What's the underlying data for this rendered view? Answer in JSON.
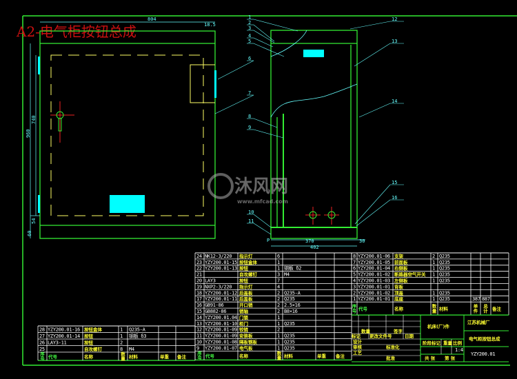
{
  "title": "A2-电气柜按钮总成",
  "watermark": {
    "brand": "沐风网",
    "url": "www.mfcad.com"
  },
  "colors": {
    "frame": "#33ee33",
    "dimension": "#66ffff",
    "title": "#cc1111",
    "text": "#ffff33",
    "fill": "#00ffff"
  },
  "front_view": {
    "dims": {
      "width": "804",
      "height": "960",
      "inner_height": "740",
      "offset": "18.5",
      "bottom1": "54",
      "bottom2": "60"
    }
  },
  "side_view": {
    "dims": {
      "inner": "370",
      "total": "402",
      "right": "30",
      "left": "P"
    }
  },
  "balloons": [
    "1",
    "2",
    "3",
    "4",
    "5",
    "6",
    "7",
    "8",
    "9",
    "10",
    "11",
    "12",
    "13",
    "14",
    "15",
    "16"
  ],
  "bom_middle": {
    "rows": [
      [
        "24",
        "NK12-3/220",
        "指示灯",
        "6",
        "",
        "",
        ""
      ],
      [
        "23",
        "YZY200.01-15",
        "按钮盒体",
        "1",
        "",
        "",
        ""
      ],
      [
        "22",
        "YZY200.01-13",
        "按钮",
        "1",
        "钢板 δ2",
        "",
        ""
      ],
      [
        "21",
        "",
        "自攻螺钉",
        "3",
        "M4",
        "",
        ""
      ],
      [
        "20",
        "LAY3",
        "按钮",
        "7",
        "",
        "",
        ""
      ],
      [
        "19",
        "NXP2-3/220",
        "指示灯",
        "4",
        "",
        "",
        ""
      ],
      [
        "18",
        "YZY200.01-12",
        "后盖板",
        "2",
        "Q235-A",
        "",
        ""
      ],
      [
        "17",
        "YZY200.01-11",
        "后盖板",
        "2",
        "Q235",
        "",
        ""
      ],
      [
        "16",
        "GB91-86",
        "开口销",
        "2",
        "2.5×16",
        "",
        ""
      ],
      [
        "15",
        "GB882-86",
        "销轴",
        "2",
        "B8×16",
        "",
        ""
      ],
      [
        "14",
        "YZY200.01.04",
        "门锁",
        "1",
        "",
        "",
        ""
      ],
      [
        "13",
        "YZY200.01-10",
        "柜门",
        "1",
        "Q235",
        "",
        ""
      ],
      [
        "12",
        "YZY200.01-09",
        "铰链",
        "2",
        "",
        "",
        ""
      ],
      [
        "11",
        "YZY200.01-09",
        "安装板",
        "1",
        "Q235",
        "",
        ""
      ],
      [
        "10",
        "YZY200.01-08",
        "隔板钢板",
        "1",
        "Q235",
        "",
        ""
      ],
      [
        "9",
        "YZY200.01-07",
        "电气板",
        "1",
        "Q235",
        "",
        ""
      ]
    ],
    "header": [
      "序号",
      "代号",
      "名称",
      "数量",
      "材料",
      "单重",
      "备注"
    ]
  },
  "bom_right": {
    "rows": [
      [
        "8",
        "YZY200.01-06",
        "支架",
        "2",
        "Q235",
        "",
        "",
        ""
      ],
      [
        "7",
        "YZY200.01-05",
        "前面板",
        "1",
        "Q235",
        "",
        "",
        ""
      ],
      [
        "6",
        "YZY200.01-04",
        "右侧板",
        "1",
        "Q235",
        "",
        "",
        ""
      ],
      [
        "5",
        "YZY200.01-02",
        "断路器空气开关",
        "1",
        "Q235",
        "",
        "",
        ""
      ],
      [
        "4",
        "YZY200.01-03",
        "左侧板",
        "1",
        "Q235",
        "",
        "",
        ""
      ],
      [
        "3",
        "YZY200.01-01",
        "背板",
        "",
        "",
        "",
        "",
        ""
      ],
      [
        "2",
        "YZY200.01-02",
        "顶盖",
        "1",
        "Q235",
        "",
        "",
        ""
      ],
      [
        "1",
        "YZY200.01-01",
        "底座",
        "1",
        "Q235",
        "387",
        "887",
        ""
      ]
    ],
    "header": [
      "序号",
      "代号",
      "名称",
      "数量",
      "材料",
      "单件",
      "总计",
      "备注"
    ]
  },
  "bom_left": {
    "rows": [
      [
        "28",
        "YZY200.01-16",
        "按钮盒体",
        "1",
        "Q235-A",
        "",
        ""
      ],
      [
        "27",
        "YZY200.01-14",
        "按钮",
        "1",
        "钢板 δ3",
        "",
        ""
      ],
      [
        "26",
        "LAY3-11",
        "按钮",
        "2",
        "",
        "",
        ""
      ],
      [
        "25",
        "",
        "自攻螺钉",
        "8",
        "M4",
        "",
        ""
      ]
    ],
    "header": [
      "序号",
      "代号",
      "名称",
      "数量",
      "材料",
      "单重",
      "备注"
    ]
  },
  "title_block": {
    "part_type": "机床(厂)件",
    "company": "江苏机械厂",
    "drawing_name": "电气柜按钮总成",
    "drawing_no": "YZY200.01",
    "scale": "1:4",
    "labels": {
      "mark": "标记",
      "qty": "数量",
      "change": "更改文件号",
      "sign": "签字",
      "date": "日期",
      "design": "设计",
      "check": "审核",
      "process": "工艺",
      "standard": "标准化",
      "approve": "批准",
      "stage": "阶段标记",
      "weight": "重量",
      "ratio": "比例",
      "sheet": "共 张",
      "page": "第 张"
    }
  }
}
